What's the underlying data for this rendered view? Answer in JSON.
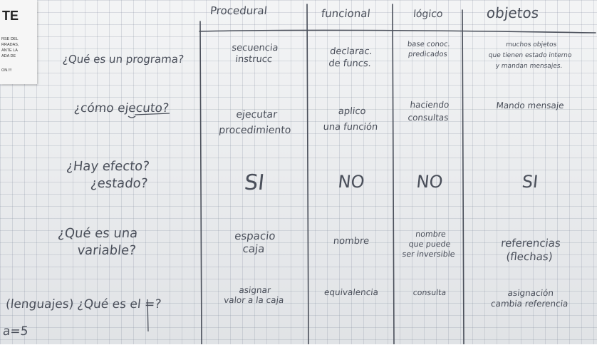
{
  "note": {
    "heading": "TE",
    "lines": [
      "RSE DEL",
      "RRADAS,",
      "ANTE LA",
      "ADA DE",
      "ON.!!!"
    ]
  },
  "headers": [
    "Procedural",
    "funcional",
    "lógico",
    "objetos"
  ],
  "questions": [
    {
      "q": "¿Qué es un programa?",
      "cells": [
        "secuencia\ninstrucc",
        "declarac.\nde funcs.",
        "base conoc.\npredicados",
        "muchos objetos\nque tienen estado interno\ny mandan mensajes."
      ]
    },
    {
      "q": "¿cómo ejecuto?",
      "cells": [
        "ejecutar\nprocedimiento",
        "aplico\nuna función",
        "haciendo\nconsultas",
        "Mando mensaje"
      ]
    },
    {
      "q": "¿Hay efecto?\n¿estado?",
      "cells": [
        "SI",
        "NO",
        "NO",
        "SI"
      ]
    },
    {
      "q": "¿Qué es una\nvariable?",
      "cells": [
        "espacio\ncaja",
        "nombre",
        "nombre\nque puede\nser inversible",
        "referencias\n(flechas)"
      ]
    },
    {
      "q": "(lenguajes) ¿Qué es el =?\na=5",
      "cells": [
        "asignar\nvalor a la caja",
        "equivalencia",
        "consulta",
        "asignación\ncambia referencia"
      ]
    }
  ],
  "colors": {
    "ink": "#4a4f5a",
    "board": "#e8eaec"
  }
}
